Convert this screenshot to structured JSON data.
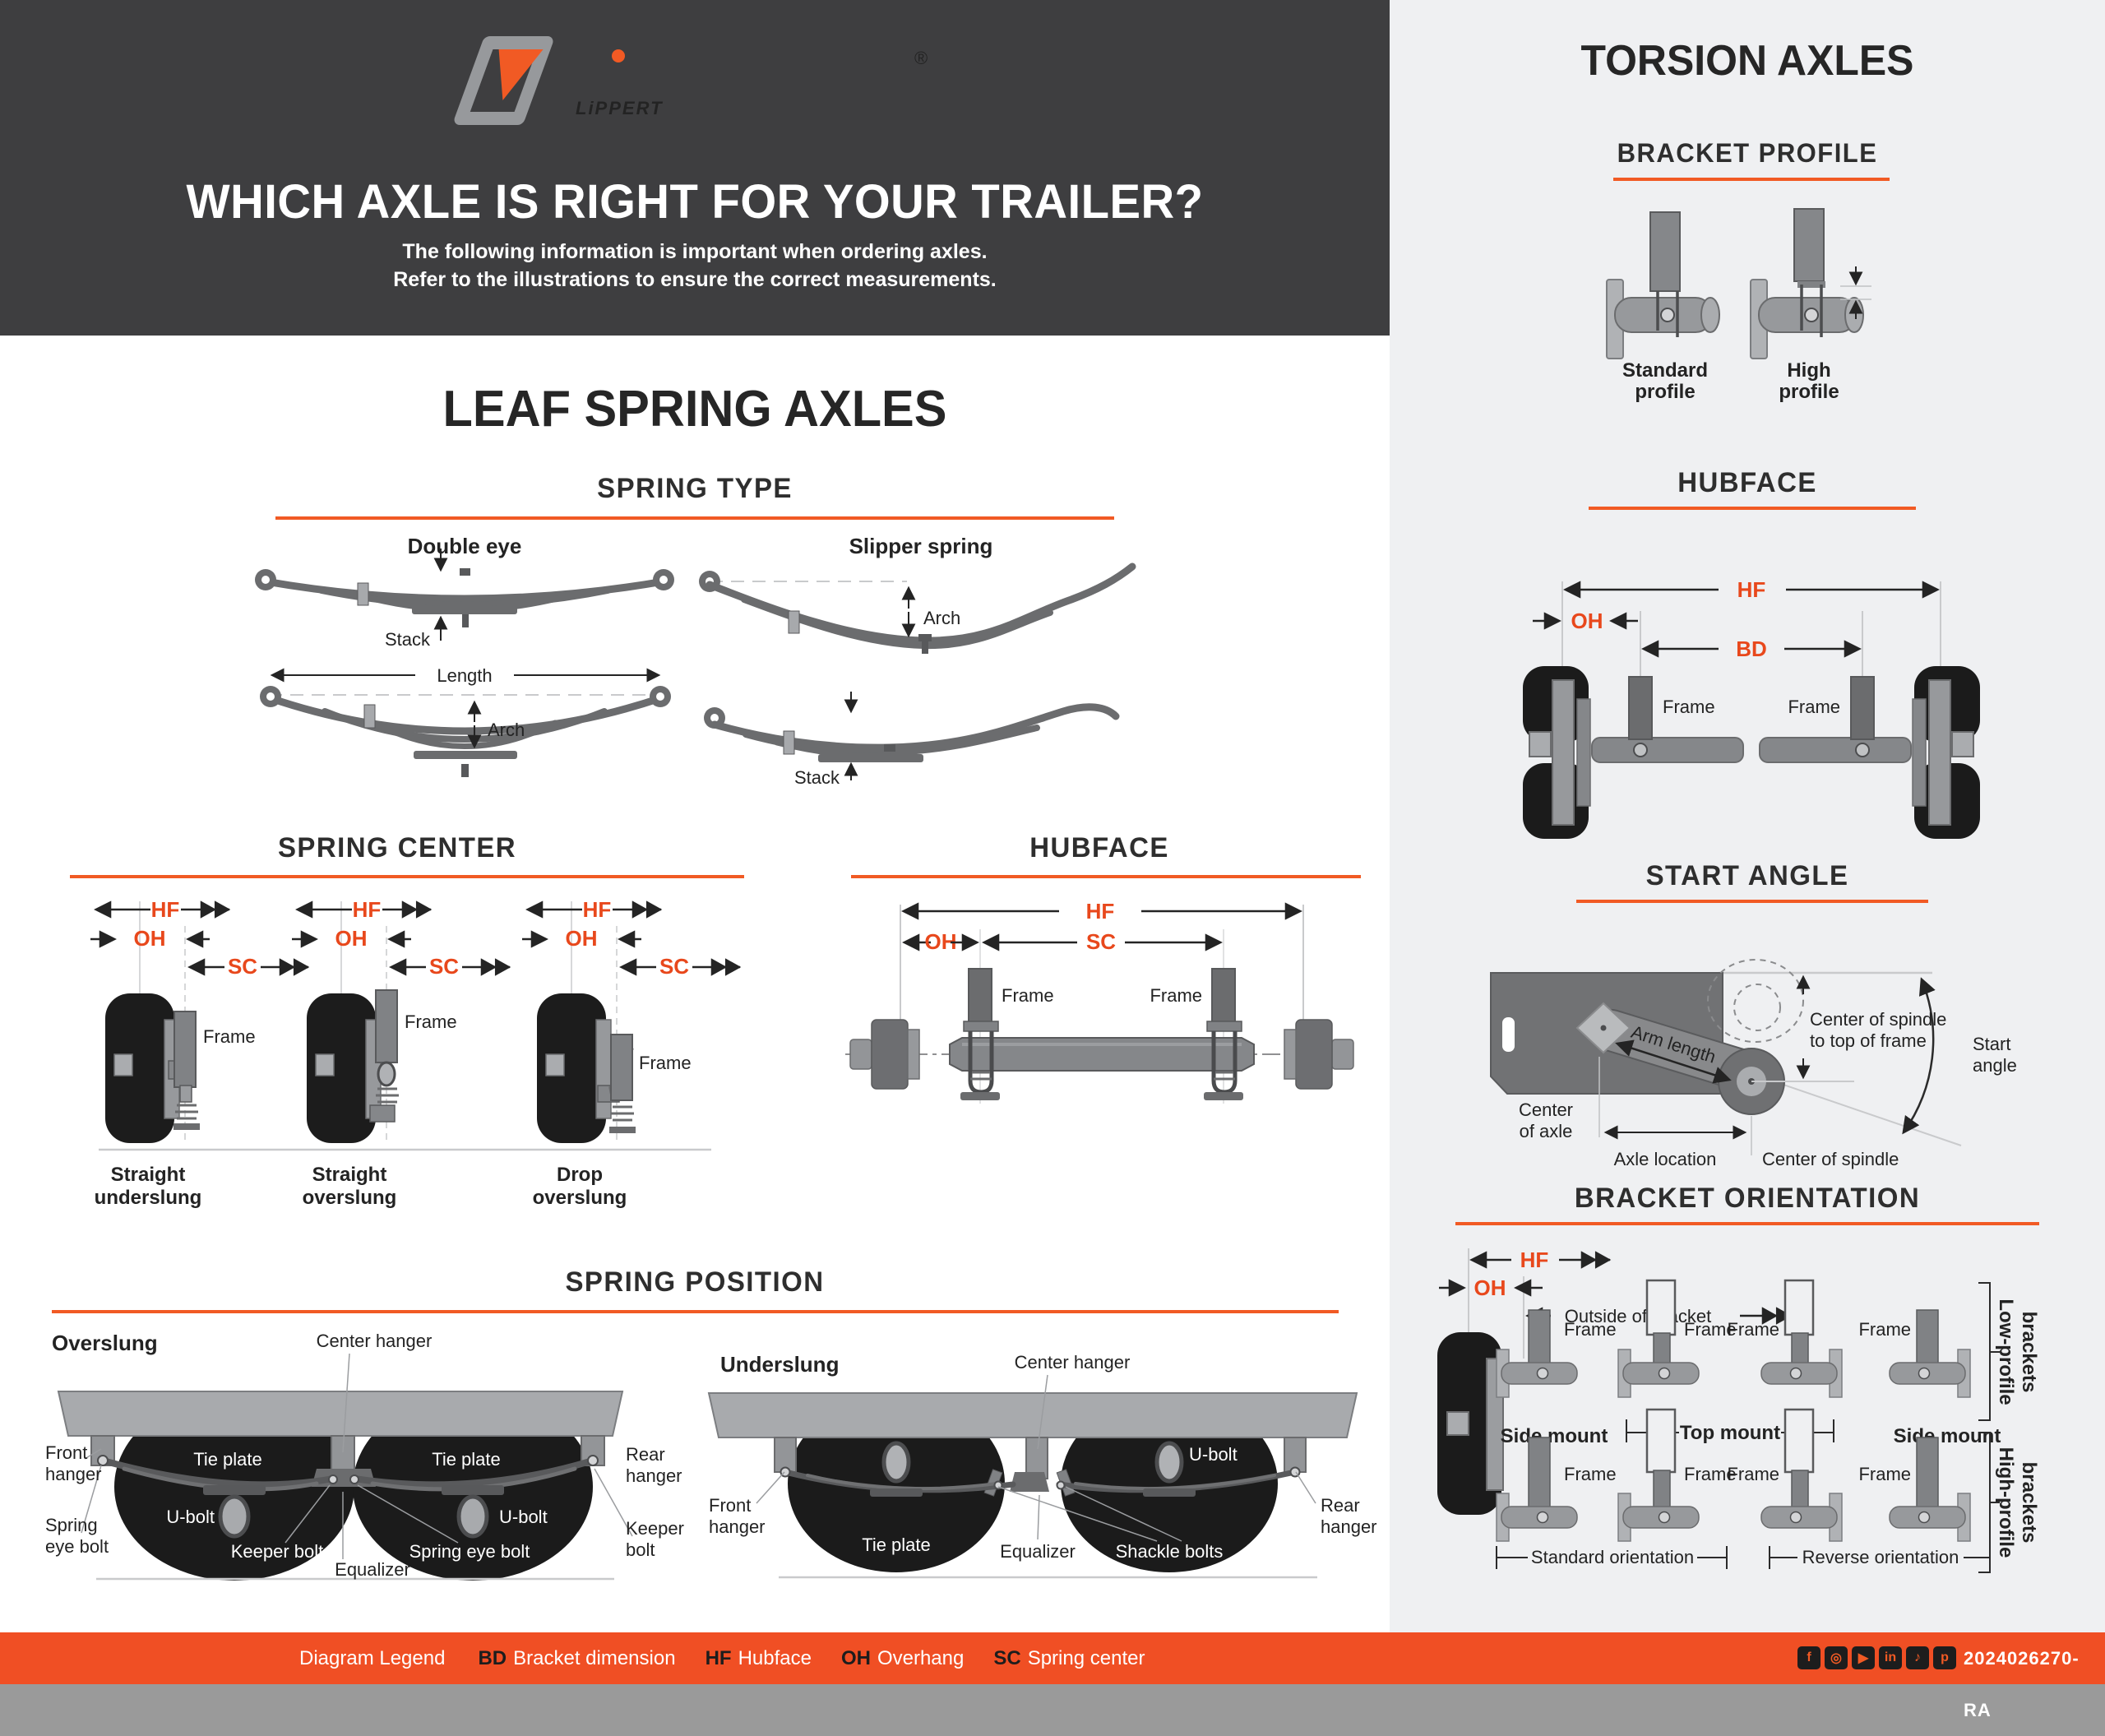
{
  "colors": {
    "accent_orange": "#F15A24",
    "footer_orange": "#F04F24",
    "header_bg": "#3E3E40",
    "panel_bg": "#EFF0F2",
    "dimension_red": "#E8481C",
    "ink": "#232323"
  },
  "header": {
    "brand": "LiPPERT",
    "registered": "®",
    "title": "WHICH AXLE IS RIGHT FOR YOUR TRAILER?",
    "subtitle_line1": "The following information is important when ordering axles.",
    "subtitle_line2": "Refer to the illustrations to ensure the correct measurements."
  },
  "labels": {
    "frame": "Frame",
    "stack": "Stack",
    "arch": "Arch",
    "length": "Length",
    "hf": "HF",
    "oh": "OH",
    "sc": "SC",
    "bd": "BD"
  },
  "leaf": {
    "title": "LEAF SPRING AXLES",
    "spring_type": {
      "heading": "SPRING TYPE",
      "double_eye": "Double eye",
      "slipper": "Slipper spring"
    },
    "spring_center": {
      "heading": "SPRING CENTER",
      "caption1a": "Straight",
      "caption1b": "underslung",
      "caption2a": "Straight",
      "caption2b": "overslung",
      "caption3a": "Drop",
      "caption3b": "overslung"
    },
    "hubface": {
      "heading": "HUBFACE"
    },
    "spring_position": {
      "heading": "SPRING POSITION",
      "overslung": "Overslung",
      "underslung": "Underslung",
      "center_hanger": "Center hanger",
      "front": "Front",
      "rear": "Rear",
      "hanger": "hanger",
      "tie_plate": "Tie plate",
      "u_bolt": "U-bolt",
      "spring_eye_bolt": "Spring eye bolt",
      "spring": "Spring",
      "eye_bolt": "eye bolt",
      "keeper_bolt": "Keeper bolt",
      "keeper": "Keeper",
      "bolt": "bolt",
      "equalizer": "Equalizer",
      "shackle_bolts": "Shackle bolts"
    }
  },
  "torsion": {
    "title": "TORSION AXLES",
    "bracket_profile": {
      "heading": "BRACKET PROFILE",
      "standard": "Standard",
      "high": "High",
      "profile": "profile"
    },
    "hubface": {
      "heading": "HUBFACE"
    },
    "start_angle": {
      "heading": "START ANGLE",
      "spindle_line1": "Center of spindle",
      "spindle_line2": "to top of frame",
      "start": "Start",
      "angle": "angle",
      "arm_length": "Arm length",
      "center": "Center",
      "of_axle": "of axle",
      "axle_location": "Axle location",
      "center_of_spindle": "Center of spindle"
    },
    "bracket_orientation": {
      "heading": "BRACKET ORIENTATION",
      "outside": "Outside of bracket",
      "side_mount": "Side mount",
      "top_mount": "Top mount",
      "low_profile": "Low-profile",
      "high_profile": "High-profile",
      "brackets": "brackets",
      "standard_orientation": "Standard orientation",
      "reverse_orientation": "Reverse orientation"
    }
  },
  "footer": {
    "legend_title": "Diagram Legend",
    "items": [
      {
        "abbr": "BD",
        "label": "Bracket dimension"
      },
      {
        "abbr": "HF",
        "label": "Hubface"
      },
      {
        "abbr": "OH",
        "label": "Overhang"
      },
      {
        "abbr": "SC",
        "label": "Spring center"
      }
    ],
    "code": "2024026270-RA",
    "social": [
      {
        "name": "facebook",
        "glyph": "f"
      },
      {
        "name": "instagram",
        "glyph": "◎"
      },
      {
        "name": "youtube",
        "glyph": "▶"
      },
      {
        "name": "linkedin",
        "glyph": "in"
      },
      {
        "name": "tiktok",
        "glyph": "♪"
      },
      {
        "name": "pinterest",
        "glyph": "p"
      }
    ]
  }
}
